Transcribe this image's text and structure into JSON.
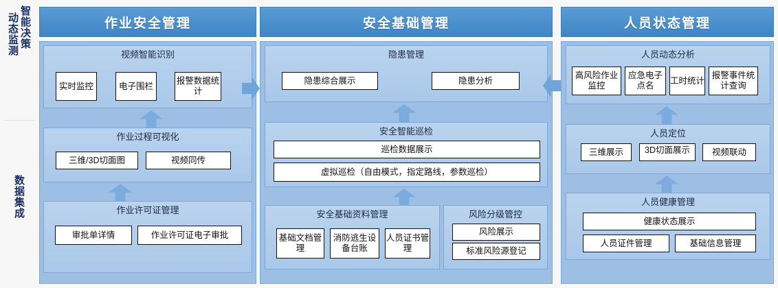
{
  "sidebar": {
    "groups": [
      {
        "name": "decision-group",
        "lines": [
          "智能决策",
          "动态监测"
        ]
      },
      {
        "name": "data-group",
        "lines": [
          "数据集成"
        ]
      }
    ]
  },
  "colors": {
    "header_blue": "#4a8fcc",
    "panel_blue": "#9dbfe4",
    "section_blue": "#b2cdec",
    "arrow_blue": "#6ea6dc",
    "box_white": "#ffffff",
    "sidebar_text": "#1a2f66"
  },
  "columns": [
    {
      "id": "col-operation-safety",
      "title": "作业安全管理",
      "sections": [
        {
          "id": "video-intelligent-recognition",
          "title": "视频智能识别",
          "items": [
            "实时监控",
            "电子围栏",
            "报警数据统计"
          ]
        },
        {
          "id": "operation-process-visualization",
          "title": "作业过程可视化",
          "items": [
            "三维/3D切面图",
            "视频同传"
          ]
        },
        {
          "id": "work-permit-management",
          "title": "作业许可证管理",
          "items": [
            "审批单详情",
            "作业许可证电子审批"
          ]
        }
      ]
    },
    {
      "id": "col-safety-foundation",
      "title": "安全基础管理",
      "sections": [
        {
          "id": "hazard-management",
          "title": "隐患管理",
          "items": [
            "隐患综合展示",
            "隐患分析"
          ]
        },
        {
          "id": "safety-intelligent-inspection",
          "title": "安全智能巡检",
          "items": [
            "巡检数据展示",
            "虚拟巡检（自由模式，指定路线，参数巡检）"
          ]
        },
        {
          "id": "safety-basic-data-management",
          "title": "安全基础资料管理",
          "items": [
            "基础文档管理",
            "消防逃生设备台账",
            "人员证书管理"
          ]
        },
        {
          "id": "risk-grading-control",
          "title": "风险分级管控",
          "items": [
            "风险展示",
            "标准风险源登记"
          ]
        }
      ]
    },
    {
      "id": "col-personnel-status",
      "title": "人员状态管理",
      "sections": [
        {
          "id": "personnel-dynamic-analysis",
          "title": "人员动态分析",
          "items": [
            "高风险作业监控",
            "应急电子点名",
            "工时统计",
            "报警事件统计查询"
          ]
        },
        {
          "id": "personnel-positioning",
          "title": "人员定位",
          "items": [
            "三维展示",
            "3D切面展示",
            "视频联动"
          ]
        },
        {
          "id": "personnel-health-management",
          "title": "人员健康管理",
          "items": [
            "健康状态展示",
            "人员证件管理",
            "基础信息管理"
          ]
        }
      ]
    }
  ],
  "connectors": {
    "col1_to_col2": "arrow-right",
    "col3_to_col2": "arrow-left",
    "internal": "arrow-up"
  }
}
